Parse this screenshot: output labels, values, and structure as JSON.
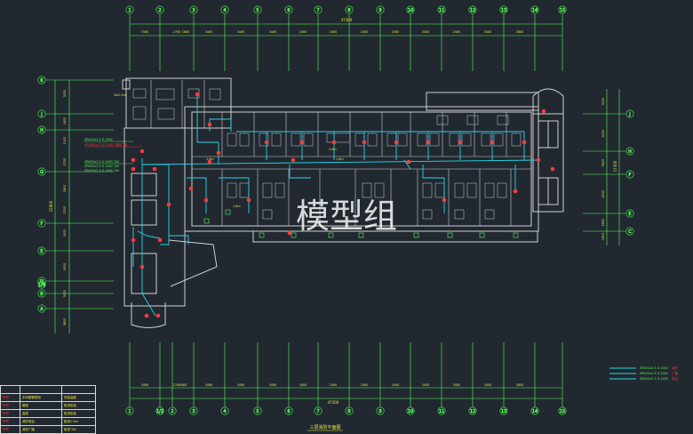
{
  "drawing": {
    "title": "三层消防平面图",
    "watermark": "模型组",
    "overall_dimension_top": "47300",
    "overall_dimension_bottom": "47300",
    "overall_dimension_left": "22800",
    "overall_dimension_right": "17300",
    "label_note_a": "2#1.2m",
    "label_note_b": "1.6m",
    "label_note_c": "1.6m",
    "label_note_d": "1.6m",
    "label_note_e": "3.6m"
  },
  "axes": {
    "columns_top": [
      "1",
      "2",
      "3",
      "4",
      "5",
      "6",
      "7",
      "8",
      "9",
      "10",
      "11",
      "12",
      "13",
      "14",
      "15"
    ],
    "columns_bottom": [
      "1",
      "1/2",
      "2",
      "3",
      "4",
      "5",
      "6",
      "7",
      "8",
      "9",
      "10",
      "11",
      "12",
      "13",
      "14",
      "15"
    ],
    "rows_left": [
      "K",
      "J",
      "H",
      "G",
      "F",
      "E",
      "D",
      "B",
      "A"
    ],
    "rows_left_extra": [
      "1/B"
    ],
    "rows_right": [
      "J",
      "H",
      "F",
      "E",
      "C"
    ]
  },
  "dimensions": {
    "top": [
      "7500",
      "2700",
      "1800",
      "3400",
      "3400",
      "3400",
      "2400",
      "2400",
      "2400",
      "2400",
      "3400",
      "2400",
      "3400",
      "3800"
    ],
    "bottom": [
      "3400",
      "2700",
      "1800",
      "3400",
      "3400",
      "3400",
      "3400",
      "2400",
      "2400",
      "2400",
      "3400",
      "3400",
      "3400",
      "3800"
    ],
    "left": [
      "3200",
      "1800",
      "2000",
      "2700",
      "2800",
      "2000",
      "3000",
      "3000",
      "3000",
      "3800"
    ],
    "right": [
      "3000",
      "4000",
      "3600",
      "4000",
      "2600",
      "1800"
    ]
  },
  "callouts_left": {
    "line1": "ZRVV2x2.5 G 20SC",
    "line2": "ZR-BV2x1.5 G 20SC 消防广播",
    "line3": "ZRVV2x2.5 G 20SC 2W",
    "line4": "ZRVV2x2.5 G 20SC 2W",
    "line5": "ZRVV2x2.5 G 20SC 2W"
  },
  "legend_lines": [
    {
      "text": "ZRVV2x2.5 G 20SC",
      "tag": "消防"
    },
    {
      "text": "ZRVV2x2.5 G 20SC",
      "tag": "广播"
    },
    {
      "text": "ZRVV2x2.5 G 20SC",
      "tag": "电话"
    }
  ],
  "legend_table": {
    "rows": [
      {
        "symbol": "",
        "desc": "",
        "note": ""
      },
      {
        "symbol": "符号",
        "desc": "手动报警按钮",
        "note": "安装高度"
      },
      {
        "symbol": "符号",
        "desc": "烟感",
        "note": "吸顶安装"
      },
      {
        "symbol": "符号",
        "desc": "温感",
        "note": "吸顶安装"
      },
      {
        "symbol": "符号",
        "desc": "消防电话",
        "note": "距地1.3m"
      },
      {
        "symbol": "符号",
        "desc": "消防广播",
        "note": "吸顶 3W"
      }
    ]
  },
  "colors": {
    "background": "#212830",
    "axis": "#55ff55",
    "wall": "#d0d0d0",
    "wiring": "#27d6e6",
    "device": "#ff3b3b",
    "annotation": "#e8e840"
  }
}
